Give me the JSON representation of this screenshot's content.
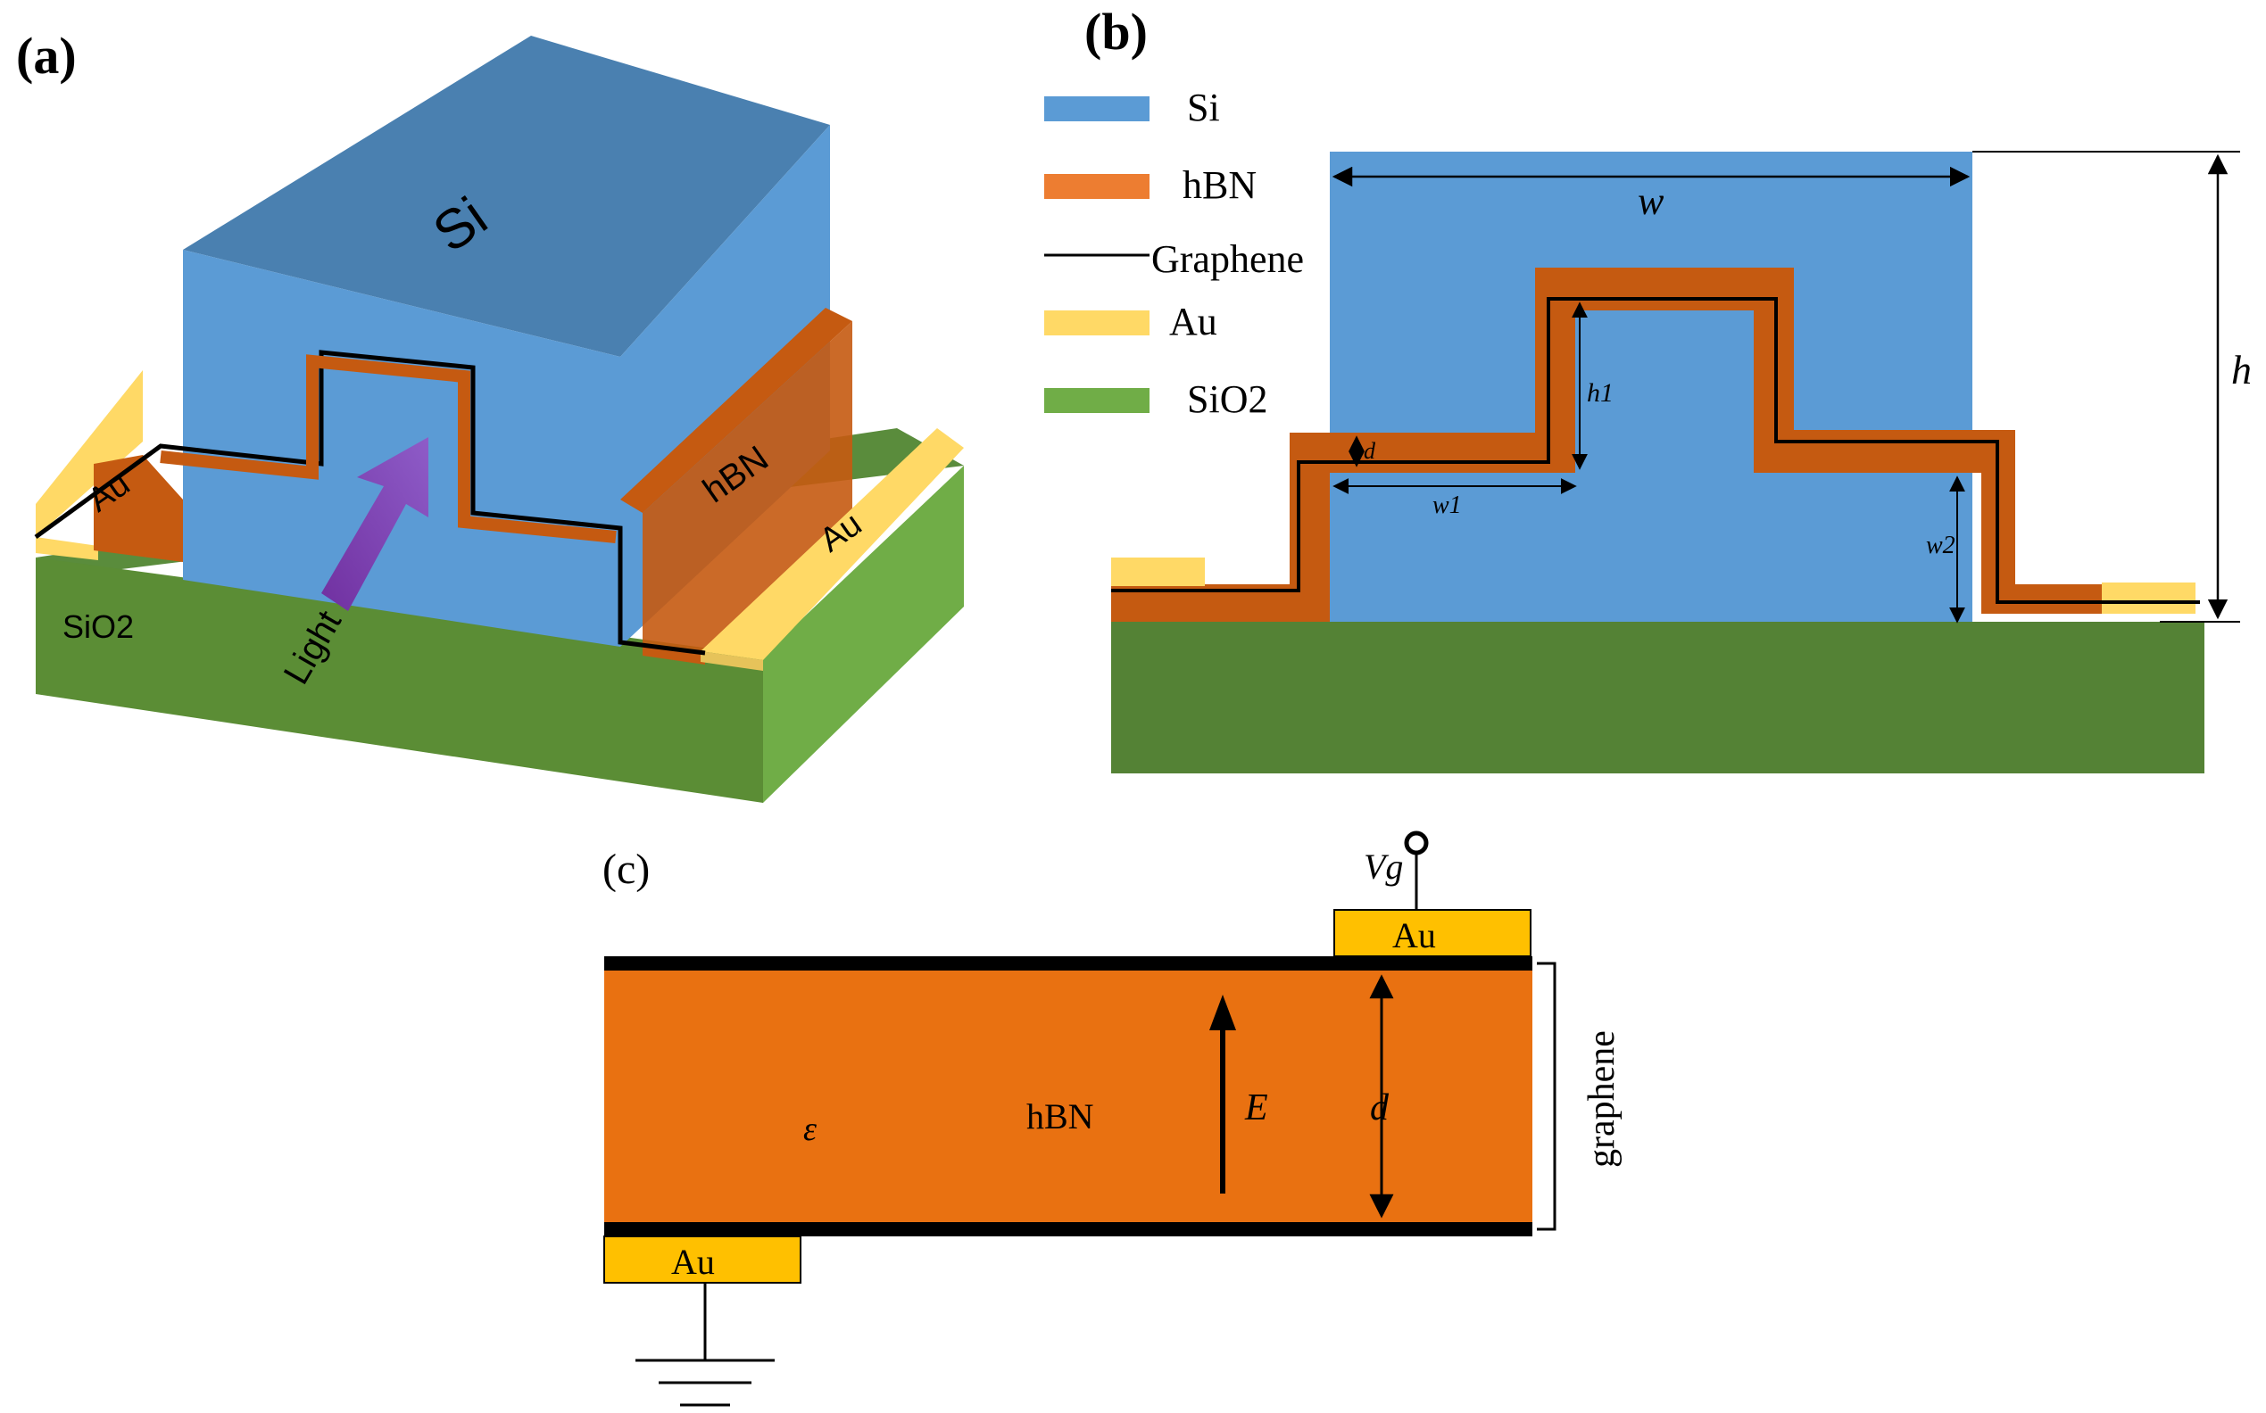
{
  "panels": {
    "a": "(a)",
    "b": "(b)",
    "c": "(c)"
  },
  "panel_a": {
    "si": "Si",
    "hbn": "hBN",
    "au_left": "Au",
    "au_right": "Au",
    "sio2": "SiO2",
    "light": "Light"
  },
  "legend": {
    "si": "Si",
    "hbn": "hBN",
    "graphene": "Graphene",
    "au": "Au",
    "sio2": "SiO2"
  },
  "panel_b": {
    "w": "w",
    "h": "h",
    "h1": "h1",
    "d": "d",
    "w1": "w1",
    "w2": "w2"
  },
  "panel_c": {
    "vg": "Vg",
    "au_top": "Au",
    "au_bottom": "Au",
    "epsilon": "ε",
    "hbn": "hBN",
    "e_field": "E",
    "d": "d",
    "graphene": "graphene"
  },
  "colors": {
    "si": "#5b9bd5",
    "si_top": "#4a80b0",
    "hbn": "#ed7d31",
    "hbn_dark": "#c55a11",
    "au": "#ffd966",
    "au_c": "#ffc000",
    "sio2": "#70ad47",
    "sio2_dark": "#548235",
    "graphene": "#000000",
    "light_arrow": "#7030a0",
    "hbn_c": "#e97111"
  }
}
